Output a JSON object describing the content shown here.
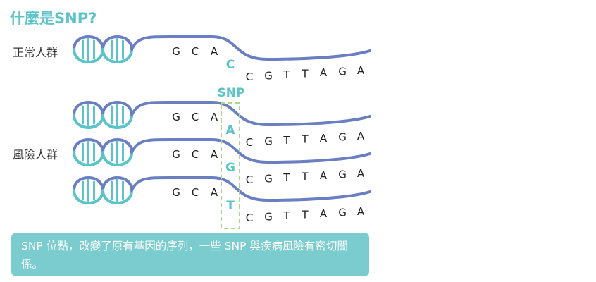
{
  "title": "什麼是SNP?",
  "groups": {
    "normal": "正常人群",
    "risk": "風險人群"
  },
  "snp_label": "SNP",
  "sequence": {
    "prefix": [
      "G",
      "C",
      "A"
    ],
    "suffix": [
      "C",
      "G",
      "T",
      "T",
      "A",
      "G",
      "A"
    ]
  },
  "strands": [
    {
      "group": "normal",
      "variant": "C"
    },
    {
      "group": "risk",
      "variant": "A"
    },
    {
      "group": "risk",
      "variant": "G"
    },
    {
      "group": "risk",
      "variant": "T"
    }
  ],
  "colors": {
    "backbone": "#6a7fc1",
    "helix": "#5cc3c9",
    "highlight_box": "#a8d88a",
    "note_bg": "#7bcccf"
  },
  "note": "SNP 位點，改變了原有基因的序列，一些 SNP 與疾病風險有密切關係。"
}
